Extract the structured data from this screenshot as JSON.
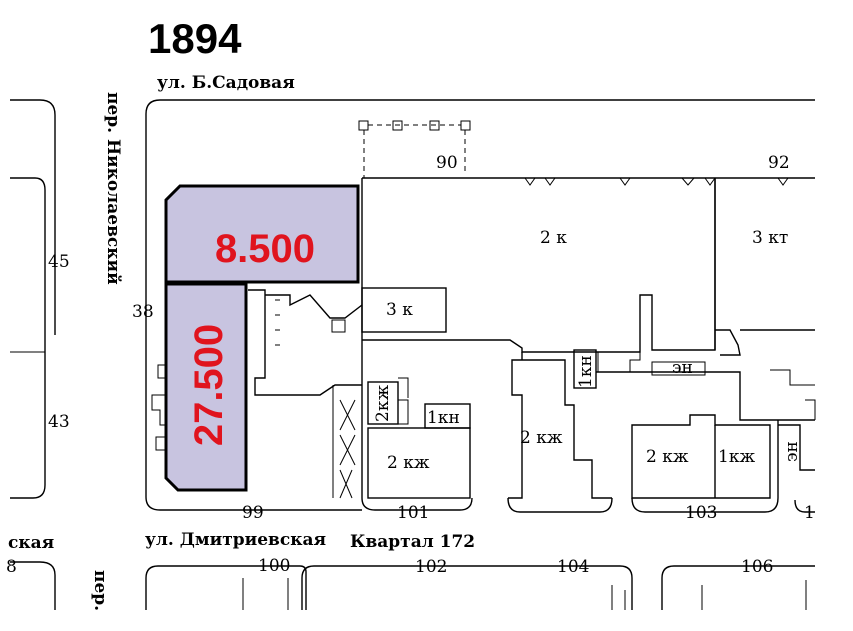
{
  "map": {
    "year": "1894",
    "highlight_color": "#c8c4e0",
    "value_color": "#e0141e",
    "streets": {
      "top": "ул. Б.Садовая",
      "bottom": "ул. Дмитриевская",
      "left_partial": "ская",
      "side_lane": "пер. Николаевский",
      "side_lane_bottom": "пер."
    },
    "quarter_label": "Квартал 172",
    "parcel_values": [
      "8.500",
      "27.500"
    ],
    "lot_numbers": {
      "n90": "90",
      "n92": "92",
      "n38": "38",
      "n45": "45",
      "n43": "43",
      "n99": "99",
      "n101": "101",
      "n103": "103",
      "n1x": "1",
      "n8": "8",
      "n100": "100",
      "n102": "102",
      "n104": "104",
      "n106": "106"
    },
    "buildings": {
      "b1": "2 к",
      "b2": "3 кт",
      "b3": "3 к",
      "b4": "2кж",
      "b5": "1кн",
      "b6": "1кн",
      "b7": "2 кж",
      "b8": "2 кж",
      "b9": "эн",
      "b10": "2 кж",
      "b11": "1кж",
      "b12": "эн"
    }
  }
}
